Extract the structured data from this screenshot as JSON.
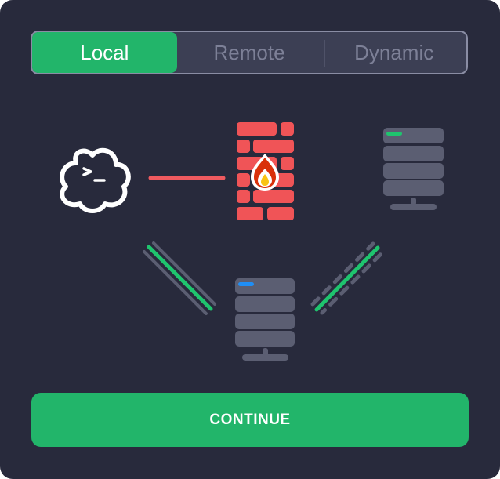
{
  "tabs": [
    {
      "label": "Local",
      "active": true
    },
    {
      "label": "Remote",
      "active": false
    },
    {
      "label": "Dynamic",
      "active": false
    }
  ],
  "diagram": {
    "client_icon": "cloud-terminal-icon",
    "client_prompt": ">_",
    "firewall_icon": "firewall-icon",
    "remote_server_icon": "server-icon",
    "local_server_icon": "server-icon",
    "blocked_link_color": "#ef5a5f",
    "tunnel_color": "#1fc46e",
    "remote_indicator_color": "#1fc46e",
    "local_indicator_color": "#1f8ef5"
  },
  "colors": {
    "background": "#282a3c",
    "accent": "#22b56a",
    "firewall": "#f05457",
    "server": "#5b5e72"
  },
  "continue_button": {
    "label": "CONTINUE"
  }
}
